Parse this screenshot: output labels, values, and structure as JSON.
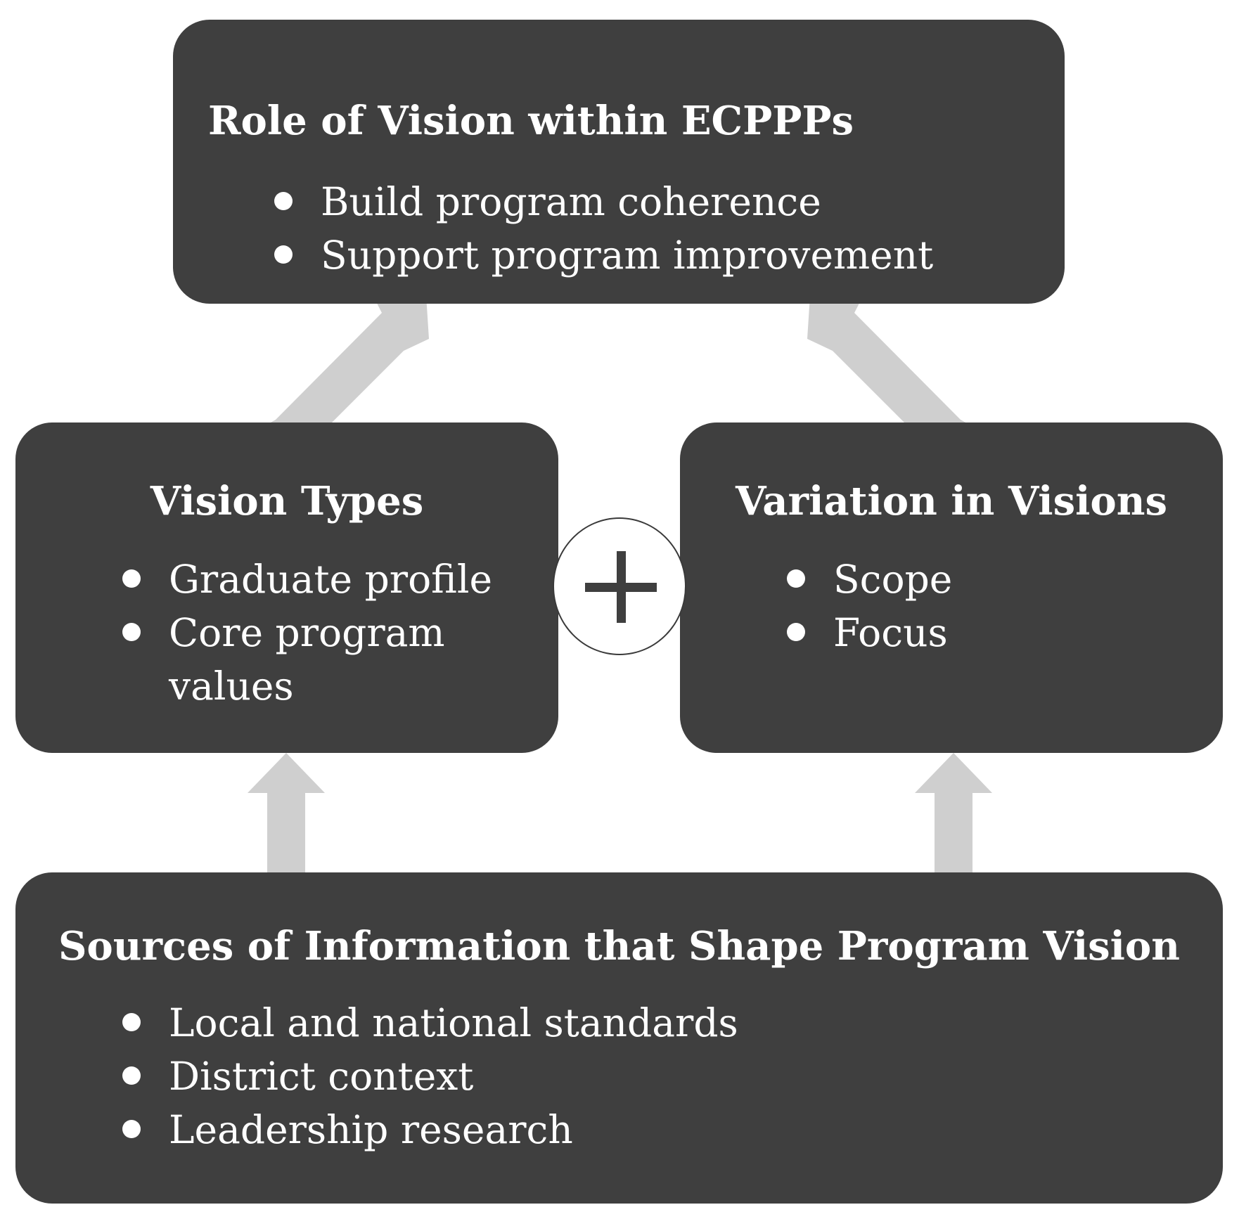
{
  "diagram": {
    "role": {
      "title": "Role of Vision within ECPPPs",
      "items": [
        "Build program coherence",
        "Support program improvement"
      ]
    },
    "vision_types": {
      "title": "Vision Types",
      "items": [
        "Graduate profile",
        "Core program values"
      ]
    },
    "variation": {
      "title": "Variation in Visions",
      "items": [
        "Scope",
        "Focus"
      ]
    },
    "sources": {
      "title": "Sources of Information that Shape Program Vision",
      "items": [
        "Local and national standards",
        "District context",
        "Leadership research"
      ]
    },
    "connector": "plus-icon",
    "colors": {
      "box_fill": "#3f3f3f",
      "box_text": "#ffffff",
      "arrow_fill": "#cfcfcf",
      "background": "#ffffff"
    }
  }
}
